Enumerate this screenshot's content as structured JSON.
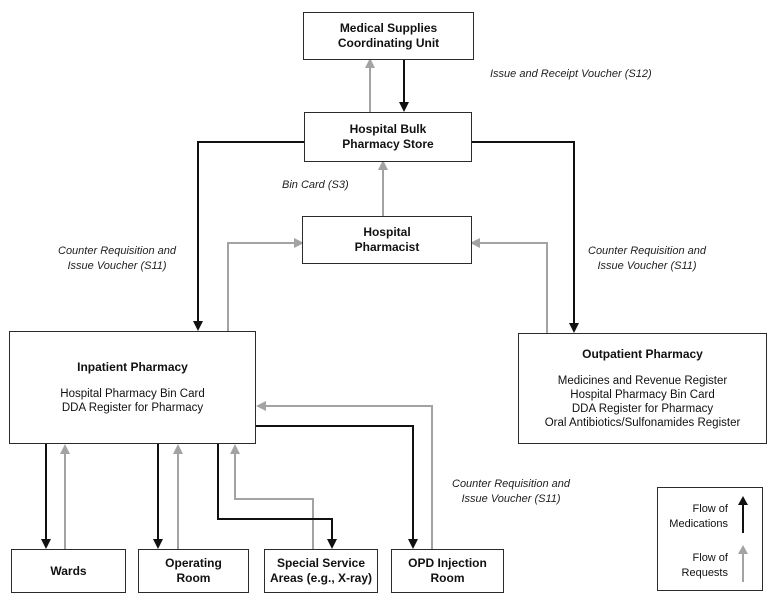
{
  "boxes": {
    "msc": {
      "title": "Medical Supplies\nCoordinating Unit"
    },
    "bulk": {
      "title": "Hospital Bulk\nPharmacy Store"
    },
    "pharmacist": {
      "title": "Hospital\nPharmacist"
    },
    "inpatient": {
      "title": "Inpatient Pharmacy",
      "lines": [
        "Hospital Pharmacy Bin Card",
        "DDA Register for Pharmacy"
      ]
    },
    "outpatient": {
      "title": "Outpatient Pharmacy",
      "lines": [
        "Medicines and Revenue Register",
        "Hospital Pharmacy Bin Card",
        "DDA Register for Pharmacy",
        "Oral Antibiotics/Sulfonamides Register"
      ]
    },
    "wards": {
      "title": "Wards"
    },
    "operating": {
      "title": "Operating\nRoom"
    },
    "special": {
      "title": "Special Service\nAreas (e.g., X-ray)"
    },
    "opd": {
      "title": "OPD Injection\nRoom"
    }
  },
  "labels": {
    "s12": "Issue and Receipt Voucher (S12)",
    "s3": "Bin Card (S3)",
    "s11_left": "Counter Requisition and\nIssue Voucher (S11)",
    "s11_right": "Counter Requisition and\nIssue Voucher (S11)",
    "s11_bottom": "Counter Requisition and\nIssue Voucher (S11)"
  },
  "legend": {
    "medications": "Flow of\nMedications",
    "requests": "Flow of\nRequests"
  },
  "colors": {
    "medications": "#111111",
    "requests": "#a3a3a3",
    "border": "#2b2b2b"
  }
}
